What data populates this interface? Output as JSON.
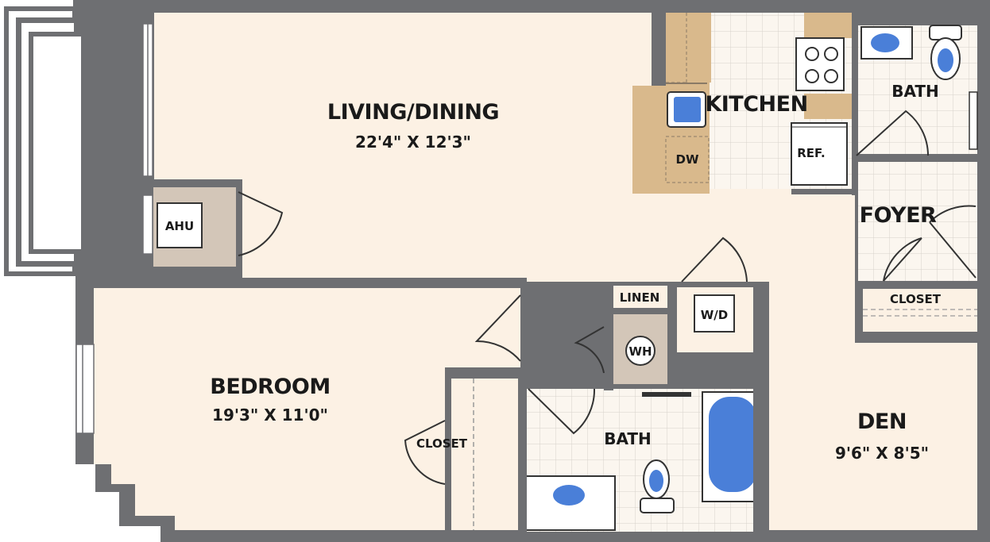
{
  "colors": {
    "wall": "#6e6f72",
    "floor": "#fcf1e4",
    "tile": "#fbf6ef",
    "cabinet": "#d9b98c",
    "utility": "#d3c6b8",
    "fixture": "#4a7fd8"
  },
  "rooms": {
    "living": {
      "name": "LIVING/DINING",
      "dims": "22'4\" X 12'3\""
    },
    "bedroom": {
      "name": "BEDROOM",
      "dims": "19'3\" X 11'0\""
    },
    "den": {
      "name": "DEN",
      "dims": "9'6\" X 8'5\""
    },
    "kitchen": {
      "name": "KITCHEN"
    },
    "bath_top": {
      "name": "BATH"
    },
    "bath_main": {
      "name": "BATH"
    },
    "foyer": {
      "name": "FOYER"
    }
  },
  "labels": {
    "ahu": "AHU",
    "dw": "DW",
    "ref": "REF.",
    "linen": "LINEN",
    "wd": "W/D",
    "wh": "WH",
    "closet_bedroom": "CLOSET",
    "closet_foyer": "CLOSET"
  }
}
